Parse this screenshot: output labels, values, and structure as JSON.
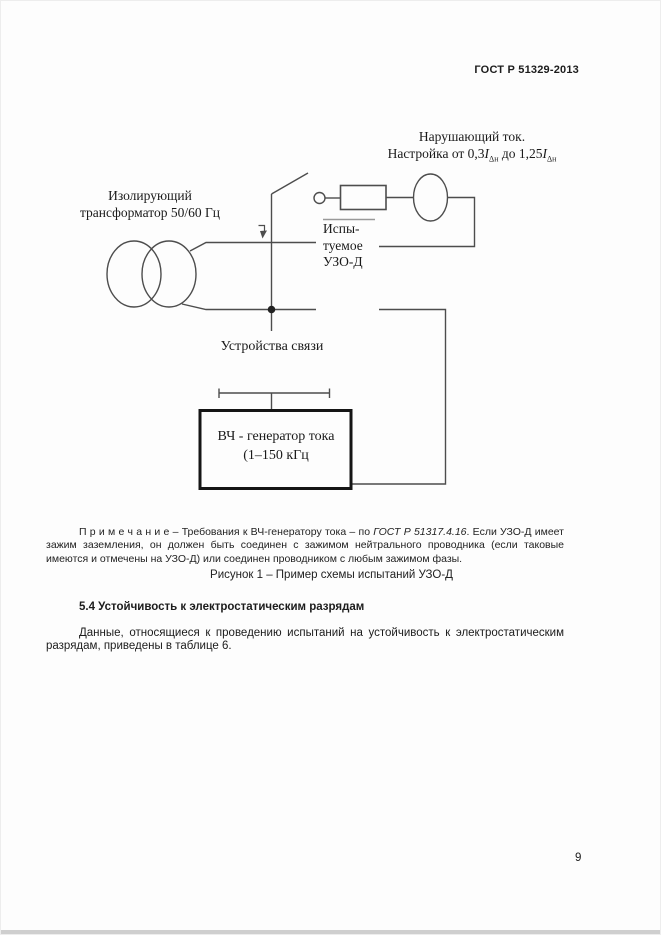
{
  "page": {
    "header": "ГОСТ Р 51329-2013",
    "page_number": "9"
  },
  "figure": {
    "disturbing_current": {
      "line1": "Нарушающий ток.",
      "line2_prefix": "Настройка от 0,3",
      "symbol1": "I",
      "sub1": "Δн",
      "line2_mid": " до 1,25",
      "symbol2": "I",
      "sub2": "Δн"
    },
    "isolating_transformer": {
      "line1": "Изолирующий",
      "line2": "трансформатор 50/60 Гц"
    },
    "tested_device": {
      "line1": "Испы-",
      "line2": "туемое",
      "line3": "УЗО-Д"
    },
    "coupling_devices": "Устройства связи",
    "generator": {
      "line1": "ВЧ - генератор тока",
      "line2": "(1–150 кГц"
    },
    "caption": "Рисунок 1 – Пример схемы испытаний УЗО-Д"
  },
  "note": {
    "label": "П р и м е ч а н и е",
    "part1": " – Требования к ВЧ-генератору тока – по ",
    "ref_italic": "ГОСТ Р 51317.4.16",
    "part2": ". Если УЗО-Д имеет зажим заземления, он должен быть соединен с зажимом нейтрального проводника (если таковые имеются и отмечены на УЗО-Д) или соединен проводником с любым зажимом фазы."
  },
  "section": {
    "heading": "5.4 Устойчивость к электростатическим разрядам",
    "body": "Данные, относящиеся к проведению испытаний на устойчивость к электростатическим разрядам, приведены в таблице 6."
  },
  "colors": {
    "line": "#4d4d4d",
    "box_border": "#151515",
    "text": "#1c1c1c"
  }
}
